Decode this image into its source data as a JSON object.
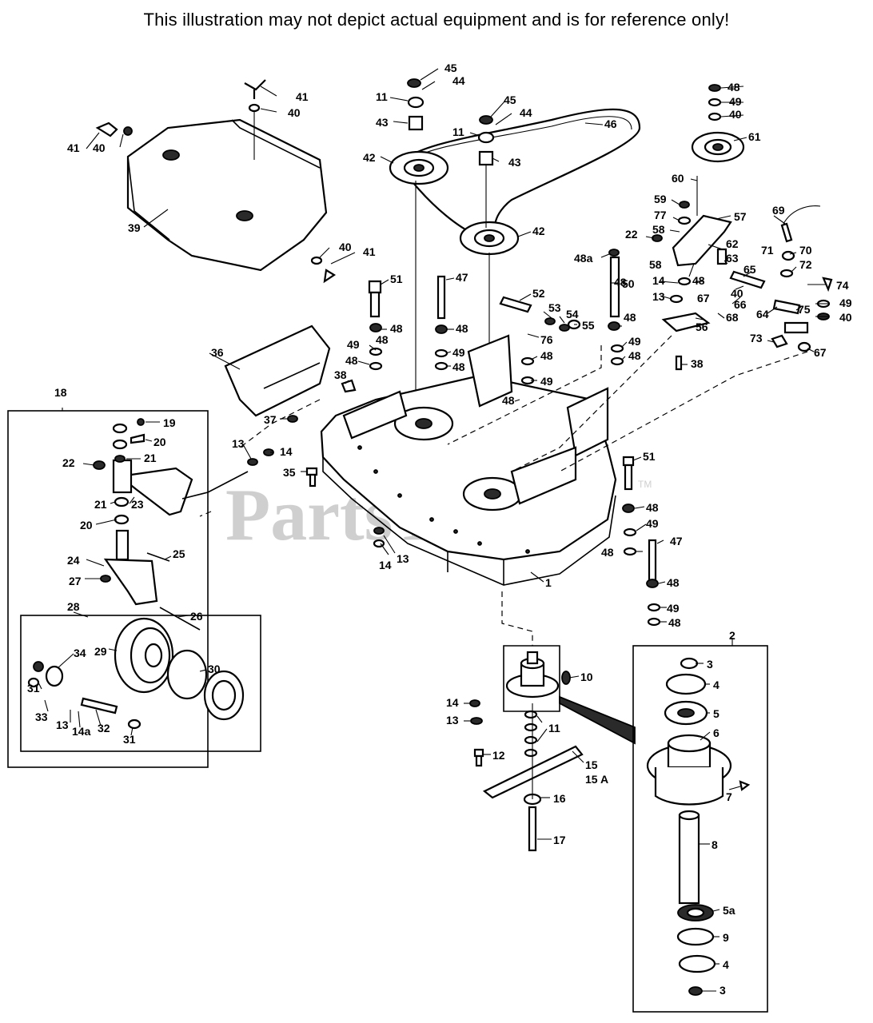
{
  "header": {
    "disclaimer": "This illustration may not depict actual equipment and is for reference only!"
  },
  "watermark": {
    "text": "PartsTree",
    "trademark": "TM"
  },
  "callouts": {
    "c1": "1",
    "c2": "2",
    "c3a": "3",
    "c3b": "3",
    "c4a": "4",
    "c4b": "4",
    "c5": "5",
    "c5a": "5a",
    "c6": "6",
    "c7": "7",
    "c8": "8",
    "c9": "9",
    "c10": "10",
    "c11a": "11",
    "c11b": "11",
    "c11c": "11",
    "c12": "12",
    "c13a": "13",
    "c13b": "13",
    "c13c": "13",
    "c13d": "13",
    "c13e": "13",
    "c14a": "14",
    "c14b": "14",
    "c14c": "14",
    "c14d": "14",
    "c14e": "14a",
    "c15": "15",
    "c15a": "15 A",
    "c16": "16",
    "c17": "17",
    "c18": "18",
    "c19": "19",
    "c20a": "20",
    "c20b": "20",
    "c21a": "21",
    "c21b": "21",
    "c22a": "22",
    "c22b": "22",
    "c23": "23",
    "c24": "24",
    "c25": "25",
    "c26": "26",
    "c27": "27",
    "c28": "28",
    "c29": "29",
    "c30": "30",
    "c31a": "31",
    "c31b": "31",
    "c32": "32",
    "c33": "33",
    "c34": "34",
    "c35": "35",
    "c36": "36",
    "c37": "37",
    "c38a": "38",
    "c38b": "38",
    "c39": "39",
    "c40a": "40",
    "c40b": "40",
    "c40c": "40",
    "c40d": "40",
    "c40e": "40",
    "c40f": "40",
    "c41a": "41",
    "c41b": "41",
    "c41c": "41",
    "c42a": "42",
    "c42b": "42",
    "c43a": "43",
    "c43b": "43",
    "c44a": "44",
    "c44b": "44",
    "c45a": "45",
    "c45b": "45",
    "c46": "46",
    "c47a": "47",
    "c47b": "47",
    "c48a": "48",
    "c48b": "48",
    "c48c": "48",
    "c48d": "48",
    "c48e": "48",
    "c48f": "48",
    "c48g": "48",
    "c48h": "48",
    "c48i": "48",
    "c48j": "48",
    "c48k": "48",
    "c48l": "48",
    "c48m": "48",
    "c48n": "48",
    "c48o": "48",
    "c48p": "48",
    "c48a2": "48a",
    "c49a": "49",
    "c49b": "49",
    "c49c": "49",
    "c49d": "49",
    "c49e": "49",
    "c49f": "49",
    "c49g": "49",
    "c49h": "49",
    "c50": "50",
    "c51a": "51",
    "c51b": "51",
    "c52": "52",
    "c53": "53",
    "c54": "54",
    "c55": "55",
    "c56": "56",
    "c57": "57",
    "c58a": "58",
    "c58b": "58",
    "c59": "59",
    "c60": "60",
    "c61": "61",
    "c62": "62",
    "c63": "63",
    "c64": "64",
    "c65": "65",
    "c66": "66",
    "c67a": "67",
    "c67b": "67",
    "c68": "68",
    "c69": "69",
    "c70": "70",
    "c71": "71",
    "c72": "72",
    "c73": "73",
    "c74": "74",
    "c75": "75",
    "c76": "76",
    "c77": "77"
  }
}
